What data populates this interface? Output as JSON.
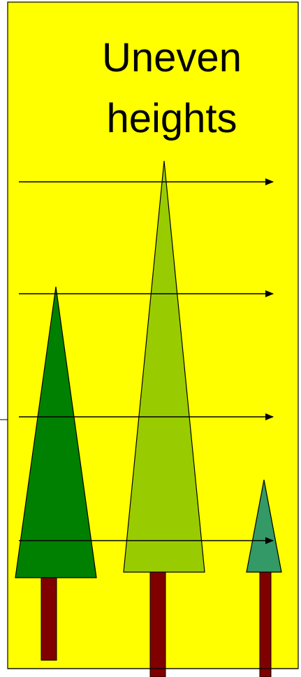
{
  "title": {
    "line1": "Uneven",
    "line2": "heights"
  },
  "colors": {
    "background": "#ffff00",
    "tree_left": "#008000",
    "tree_middle": "#99cc00",
    "tree_right": "#339966",
    "trunk": "#800000",
    "arrow": "#000000"
  },
  "trees": [
    {
      "name": "tree-left",
      "relative_height": "medium"
    },
    {
      "name": "tree-middle",
      "relative_height": "tallest"
    },
    {
      "name": "tree-right",
      "relative_height": "shortest"
    }
  ],
  "arrows_count": 4
}
